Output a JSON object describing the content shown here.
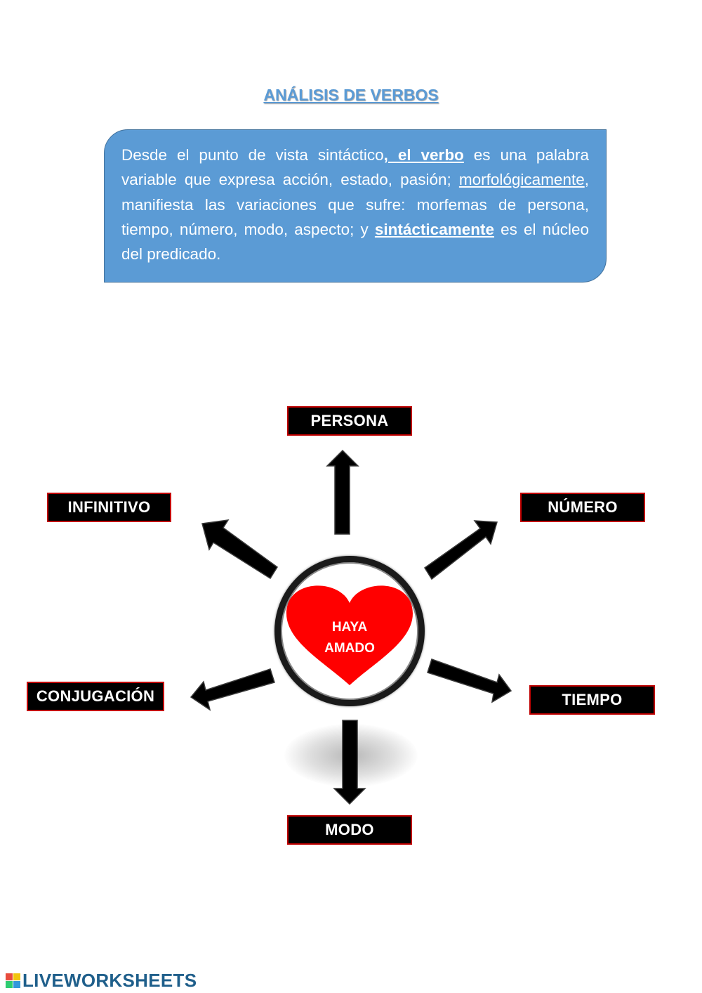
{
  "title": "ANÁLISIS DE VERBOS",
  "definition": {
    "seg1": "Desde el punto de vista sintáctico",
    "seg2": ", el verbo",
    "seg3": " es una palabra variable que expresa acción, estado, pasión; ",
    "seg4": "morfológicamente",
    "seg5": ", manifiesta las variaciones que sufre: morfemas de persona, tiempo, número, modo, aspecto; y ",
    "seg6": "sintácticamente",
    "seg7": " es el núcleo del predicado."
  },
  "diagram": {
    "center_line1": "HAYA",
    "center_line2": "AMADO",
    "labels": {
      "persona": "PERSONA",
      "infinitivo": "INFINITIVO",
      "numero": "NÚMERO",
      "conjugacion": "CONJUGACIÓN",
      "tiempo": "TIEMPO",
      "modo": "MODO"
    }
  },
  "colors": {
    "title": "#5b9bd5",
    "box_fill": "#5b9bd5",
    "heart": "#ff0000",
    "label_border": "#c00000"
  },
  "icons": {
    "center": "heart-icon",
    "connectors": "arrow-icon"
  },
  "footer": {
    "brand": "LIVEWORKSHEETS"
  }
}
